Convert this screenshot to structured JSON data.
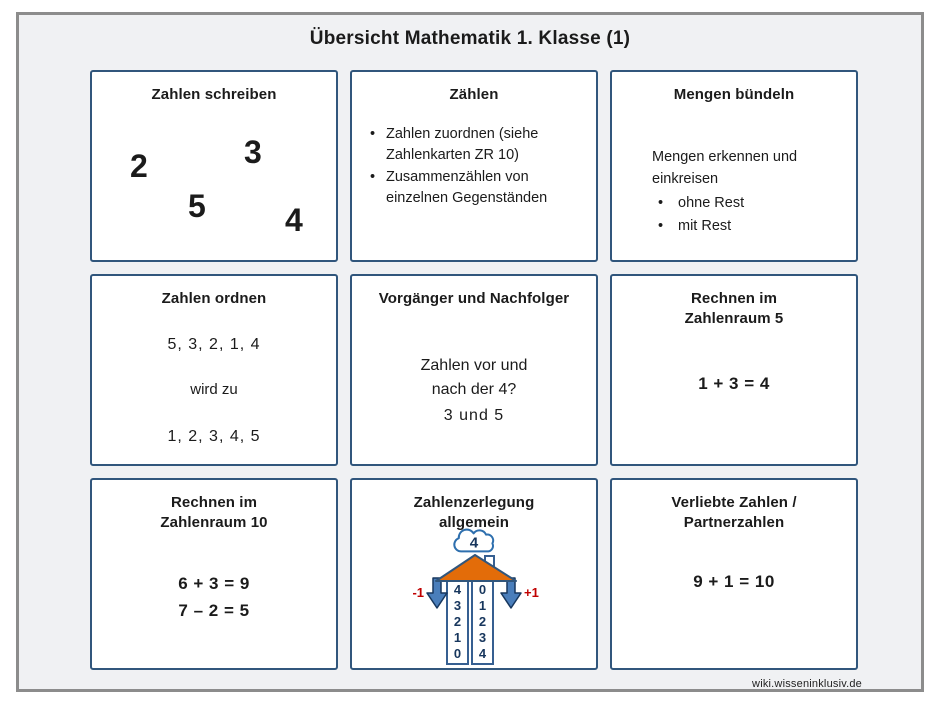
{
  "page": {
    "title": "Übersicht Mathematik 1. Klasse (1)",
    "footer": "wiki.wisseninklusiv.de"
  },
  "colors": {
    "box_border": "#31567C",
    "arrow_blue": "#4A7EBB",
    "roof_orange": "#E36C09",
    "label_red": "#C00000",
    "digit_navy": "#17365D",
    "frame_gray": "#8C8C8C",
    "page_bg": "#F0F1F3"
  },
  "boxes": {
    "zahlen_schreiben": {
      "title": "Zahlen schreiben",
      "numbers": [
        "2",
        "3",
        "5",
        "4"
      ]
    },
    "zaehlen": {
      "title": "Zählen",
      "bullets": [
        "Zahlen zuordnen (siehe Zahlenkarten ZR 10)",
        "Zusammenzählen von einzelnen Gegenständen"
      ]
    },
    "mengen_buendeln": {
      "title": "Mengen bündeln",
      "intro": "Mengen erkennen und einkreisen",
      "bullets": [
        "ohne Rest",
        "mit Rest"
      ]
    },
    "zahlen_ordnen": {
      "title": "Zahlen ordnen",
      "unsorted": "5, 3, 2, 1, 4",
      "connector": "wird zu",
      "sorted": "1, 2, 3, 4, 5"
    },
    "vorgaenger_nachfolger": {
      "title": "Vorgänger und Nachfolger",
      "question": "Zahlen vor und nach der 4?",
      "answer": "3 und 5"
    },
    "rechnen_zr5": {
      "title": "Rechnen im Zahlenraum 5",
      "equation": "1 + 3 = 4"
    },
    "rechnen_zr10": {
      "title": "Rechnen im Zahlenraum 10",
      "equations": [
        "6 + 3 = 9",
        "7 – 2 = 5"
      ]
    },
    "zahlenzerlegung": {
      "title": "Zahlenzerlegung allgemein",
      "cloud_number": "4",
      "minus_label": "-1",
      "plus_label": "+1",
      "left_digits": [
        "4",
        "3",
        "2",
        "1",
        "0"
      ],
      "right_digits": [
        "0",
        "1",
        "2",
        "3",
        "4"
      ]
    },
    "verliebte_zahlen": {
      "title": "Verliebte Zahlen / Partnerzahlen",
      "equation": "9 + 1 = 10"
    }
  }
}
